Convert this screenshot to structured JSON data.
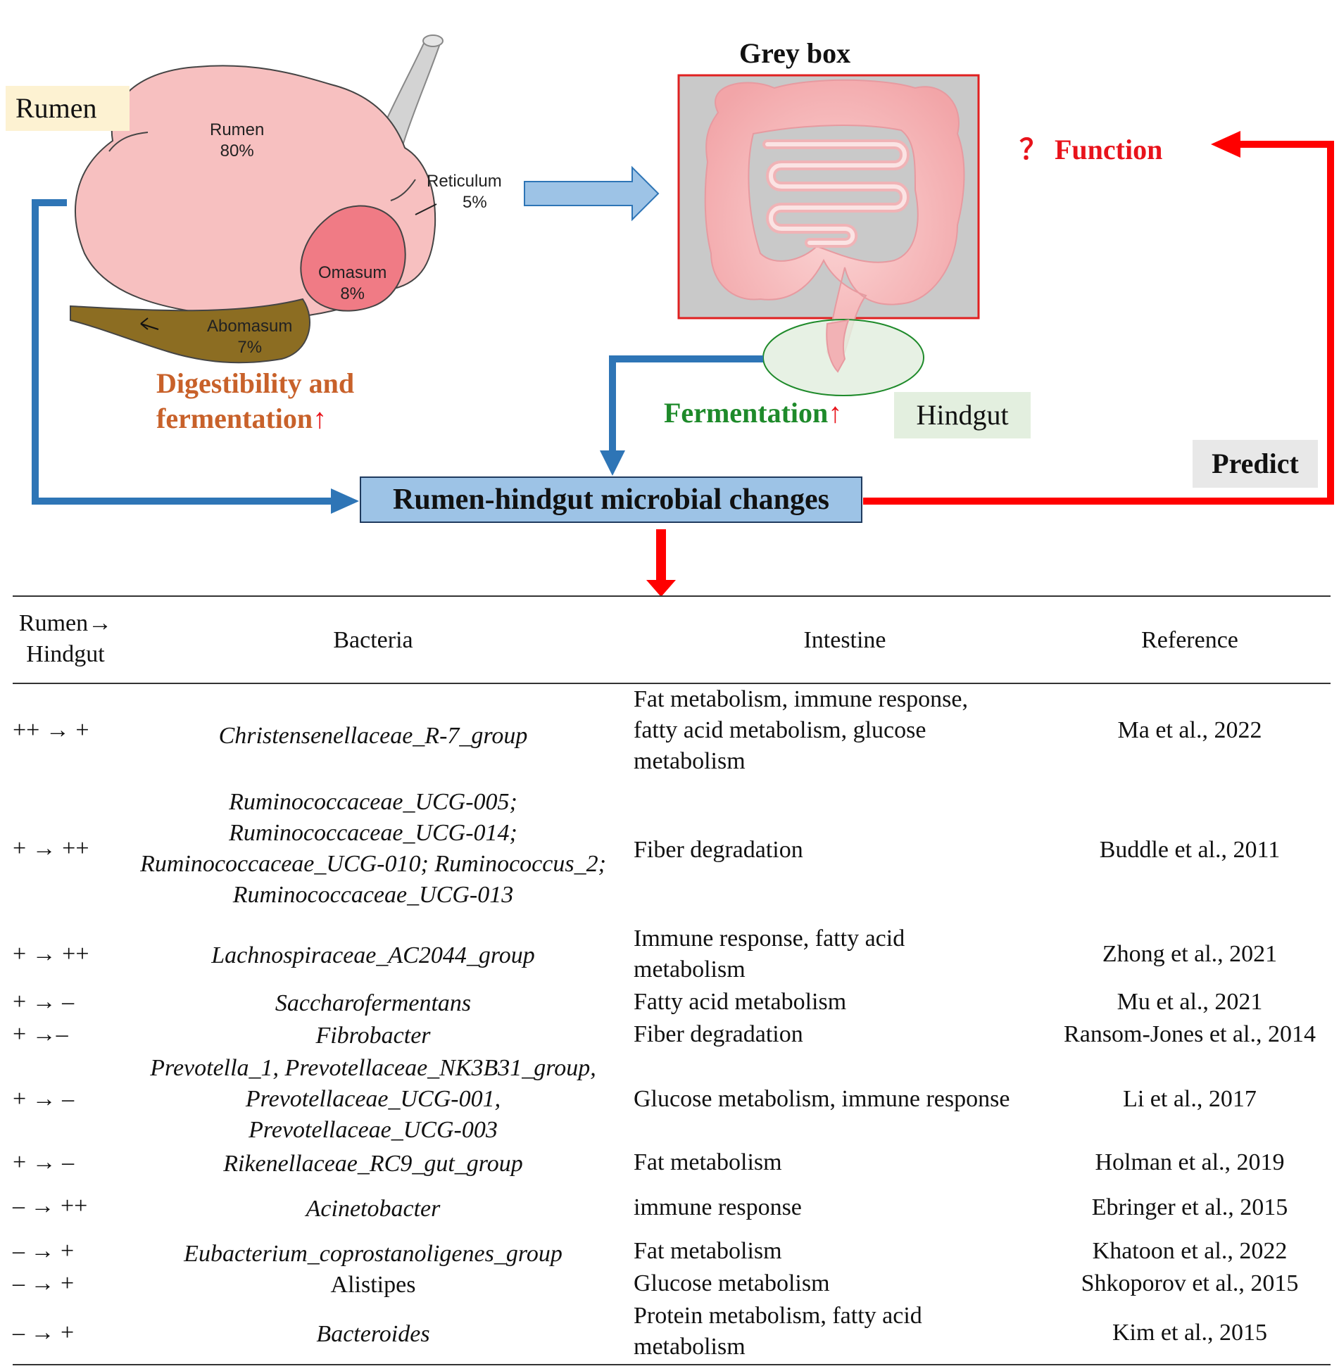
{
  "diagram": {
    "rumen_tag": "Rumen",
    "stomach_labels": {
      "rumen": "Rumen",
      "rumen_pct": "80%",
      "reticulum": "Reticulum",
      "reticulum_pct": "5%",
      "omasum": "Omasum",
      "omasum_pct": "8%",
      "abomasum": "Abomasum",
      "abomasum_pct": "7%"
    },
    "digestibility_line1": "Digestibility and",
    "digestibility_line2": "fermentation",
    "up_arrow": "↑",
    "grey_box_title": "Grey box",
    "function_label": "？ Function",
    "fermentation_label": "Fermentation",
    "hindgut_tag": "Hindgut",
    "predict_tag": "Predict",
    "central_box": "Rumen-hindgut microbial changes",
    "colors": {
      "blue_arrow": "#2e75b6",
      "red_arrow": "#ff0000",
      "central_box_fill": "#9dc3e6",
      "digestibility_text": "#c8612a",
      "fermentation_text": "#1e8a2a",
      "function_text": "#e8131b"
    }
  },
  "table": {
    "headers": {
      "change_line1": "Rumen→",
      "change_line2": "Hindgut",
      "bacteria": "Bacteria",
      "intestine": "Intestine",
      "reference": "Reference"
    },
    "rows": [
      {
        "change": "++ → +",
        "bacteria": [
          "Christensenellaceae_R-7_group"
        ],
        "intestine": [
          "Fat metabolism, immune response,",
          "fatty acid metabolism, glucose",
          "metabolism"
        ],
        "reference": "Ma et al., 2022"
      },
      {
        "change": "+ → ++",
        "bacteria": [
          "Ruminococcaceae_UCG-005;",
          "Ruminococcaceae_UCG-014;",
          "Ruminococcaceae_UCG-010; Ruminococcus_2;",
          "Ruminococcaceae_UCG-013"
        ],
        "intestine": [
          "Fiber degradation"
        ],
        "reference": "Buddle et al., 2011"
      },
      {
        "change": "+ → ++",
        "bacteria": [
          "Lachnospiraceae_AC2044_group"
        ],
        "intestine": [
          "Immune response, fatty acid",
          "metabolism"
        ],
        "reference": "Zhong et al., 2021"
      },
      {
        "change": "+ → –",
        "bacteria": [
          "Saccharofermentans"
        ],
        "intestine": [
          "Fatty acid metabolism"
        ],
        "reference": "Mu et al., 2021"
      },
      {
        "change": "+ →–",
        "bacteria": [
          "Fibrobacter"
        ],
        "intestine": [
          "Fiber degradation"
        ],
        "reference": "Ransom-Jones et al., 2014"
      },
      {
        "change": "+ → –",
        "bacteria": [
          "Prevotella_1, Prevotellaceae_NK3B31_group,",
          "Prevotellaceae_UCG-001,",
          "Prevotellaceae_UCG-003"
        ],
        "intestine": [
          "Glucose metabolism, immune response"
        ],
        "reference": "Li et al., 2017"
      },
      {
        "change": "+ → –",
        "bacteria": [
          "Rikenellaceae_RC9_gut_group"
        ],
        "intestine": [
          "Fat metabolism"
        ],
        "reference": "Holman et al., 2019"
      },
      {
        "change": "– → ++",
        "bacteria": [
          "Acinetobacter"
        ],
        "intestine": [
          "immune response"
        ],
        "reference": "Ebringer et al., 2015"
      },
      {
        "change": "– → +",
        "bacteria": [
          "Eubacterium_coprostanoligenes_group"
        ],
        "intestine": [
          "Fat metabolism"
        ],
        "reference": "Khatoon et al., 2022"
      },
      {
        "change": "– → +",
        "bacteria": [
          "Alistipes"
        ],
        "intestine": [
          "Glucose metabolism"
        ],
        "reference": "Shkoporov et al., 2015"
      },
      {
        "change": "– → +",
        "bacteria": [
          "Bacteroides"
        ],
        "intestine": [
          "Protein metabolism, fatty acid",
          "metabolism"
        ],
        "reference": "Kim et al., 2015"
      }
    ]
  }
}
